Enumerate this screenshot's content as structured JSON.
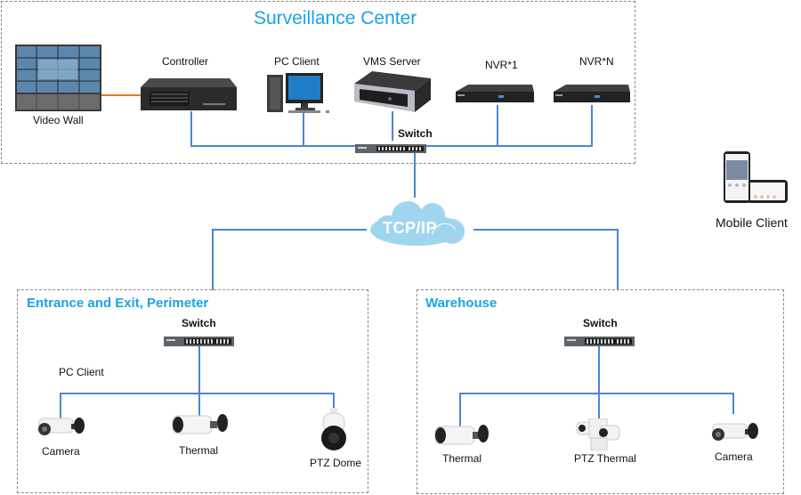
{
  "diagram": {
    "colors": {
      "accent": "#1aa3e8",
      "link": "#4a86d6",
      "video_link": "#e8781a",
      "region_border": "#8a8a8a",
      "cloud": "#9fd5ef"
    },
    "surveillance_center": {
      "title": "Surveillance Center",
      "devices": {
        "video_wall": "Video Wall",
        "controller": "Controller",
        "pc_client": "PC Client",
        "vms_server": "VMS Server",
        "nvr_1": "NVR*1",
        "nvr_n": "NVR*N",
        "switch": "Switch"
      }
    },
    "network": {
      "cloud_label": "TCP/IP"
    },
    "mobile_client": {
      "label": "Mobile Client"
    },
    "entrance_region": {
      "title": "Entrance and Exit, Perimeter",
      "switch": "Switch",
      "pc_client": "PC Client",
      "devices": [
        "Camera",
        "Thermal",
        "PTZ Dome"
      ]
    },
    "warehouse_region": {
      "title": "Warehouse",
      "switch": "Switch",
      "devices": [
        "Thermal",
        "PTZ Thermal",
        "Camera"
      ]
    }
  }
}
